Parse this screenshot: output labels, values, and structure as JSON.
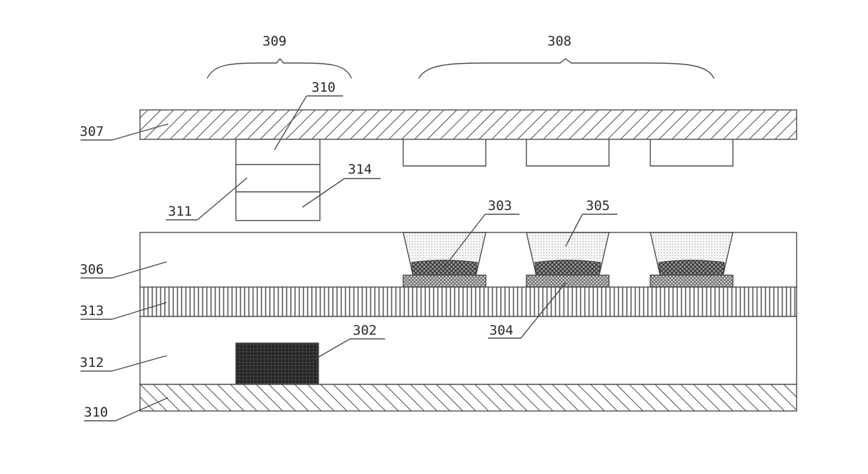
{
  "figure": {
    "labels": {
      "top_substrate": "307",
      "group_left": "309",
      "group_right": "308",
      "left_stack_top": "310",
      "left_stack_middle": "311",
      "left_stack_bottom": "314",
      "upper_layer": "306",
      "striped_layer": "313",
      "lower_layer": "312",
      "bottom_substrate": "310",
      "dark_block": "302",
      "cross_hatched_element": "303",
      "dotted_element": "305",
      "contact_pad": "304"
    }
  }
}
